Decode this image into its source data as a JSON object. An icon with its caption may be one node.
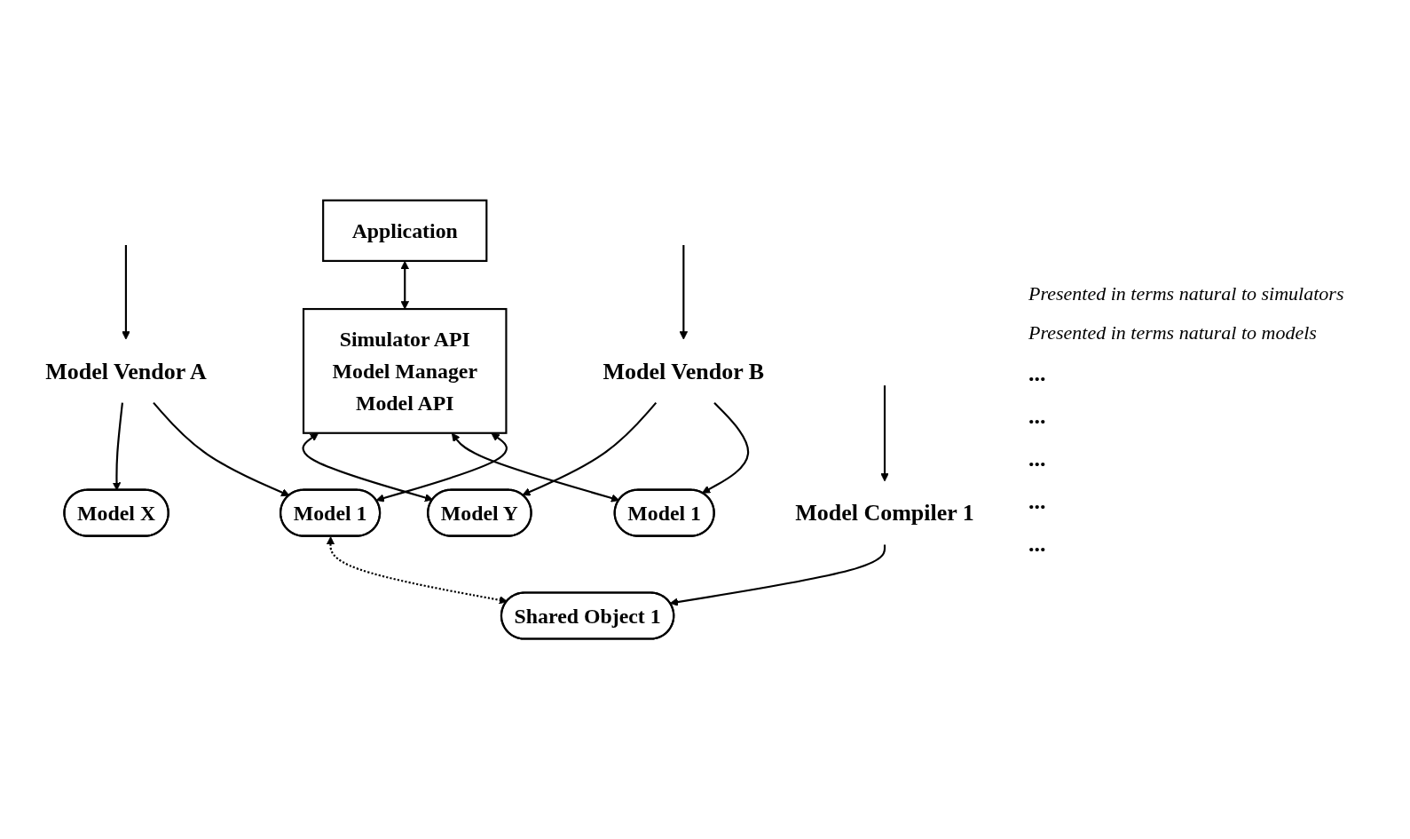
{
  "diagram": {
    "nodes": [
      {
        "text": [
          "Application"
        ]
      },
      {
        "text": [
          "Simulator API",
          "Model Manager",
          "Model API"
        ],
        "beside": [
          "Presented in terms natural to simulators",
          "Presented in terms natural to models"
        ]
      },
      {
        "text": [
          "Model 1"
        ]
      },
      {
        "text": [
          "Model X"
        ]
      },
      {
        "text": [
          "Model 1"
        ]
      },
      {
        "text": [
          "Model Y"
        ]
      },
      {
        "text": [
          "Shared Object 1"
        ]
      },
      {
        "text": [
          "Model Vendor A"
        ]
      },
      {
        "text": [
          "Model Vendor B"
        ]
      },
      {
        "text": [
          "Model Compiler 1"
        ]
      }
    ],
    "edges": [
      {
        "from": 0,
        "to": 1,
        "arrow": "both"
      },
      {
        "from": 1,
        "to": 2,
        "arrow": "both"
      },
      {
        "from": 1,
        "to": 4,
        "arrow": "both"
      },
      {
        "from": 1,
        "to": 5,
        "arrow": "both"
      },
      {
        "from": 7,
        "to": 2,
        "arrow": "to"
      },
      {
        "from": 7,
        "to": 3,
        "arrow": "to"
      },
      {
        "from": 8,
        "to": 4,
        "arrow": "to"
      },
      {
        "from": 8,
        "to": 5,
        "arrow": "to"
      },
      {
        "from": 9,
        "to": 6,
        "arrow": "to"
      },
      {
        "from": 2,
        "to": 6,
        "arrow": "both",
        "style": "dashed"
      },
      {
        "from": null,
        "to": 7,
        "arrow": "to"
      },
      {
        "from": null,
        "to": 8,
        "arrow": "to"
      },
      {
        "from": null,
        "to": 9,
        "arrow": "to"
      }
    ],
    "labels": [
      "...",
      "...",
      "...",
      "...",
      "..."
    ]
  }
}
